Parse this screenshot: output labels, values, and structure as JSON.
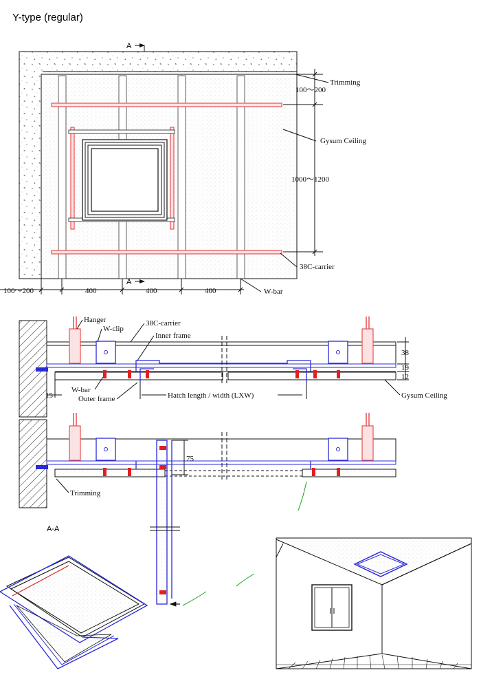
{
  "title": "Y-type (regular)",
  "plan": {
    "section_marker": "A",
    "labels": {
      "trimming": "Trimming",
      "gypsum_ceiling": "Gysum Ceiling",
      "carrier": "38C-carrier",
      "wbar": "W-bar"
    },
    "dims": {
      "top_gap": "100～200",
      "span": "1000～1200",
      "left_gap": "100～200",
      "bar_spacing": [
        "400",
        "400",
        "400"
      ]
    }
  },
  "section": {
    "labels": {
      "hanger": "Hanger",
      "wclip": "W-clip",
      "carrier": "38C-carrier",
      "inner_frame": "Inner frame",
      "wbar": "W-bar",
      "outer_frame": "Outer frame",
      "hatch": "Hatch length / width (LXW)",
      "gypsum_ceiling": "Gysum Ceiling",
      "trimming": "Trimming"
    },
    "dims": {
      "d38": "38",
      "d19": "19",
      "d12": "12",
      "d15": "15",
      "d75": "75"
    },
    "section_label": "A-A"
  }
}
